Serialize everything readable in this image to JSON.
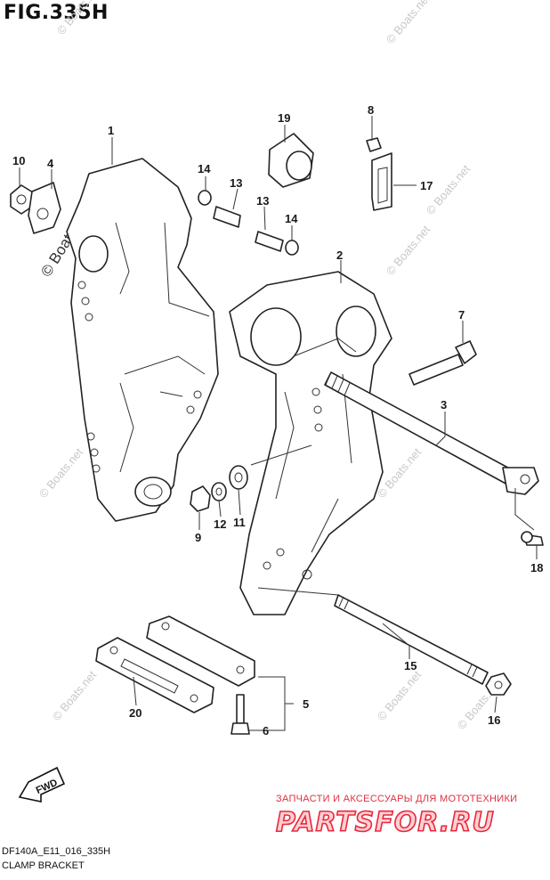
{
  "figure": {
    "title": "FIG.335H",
    "model_code": "DF140A_E11_016_335H",
    "name": "CLAMP BRACKET"
  },
  "direction": {
    "label": "FWD"
  },
  "watermark": {
    "text": "© Boats.net"
  },
  "promo": {
    "line": "ЗАПЧАСТИ И АКСЕССУАРЫ ДЛЯ МОТОТЕХНИКИ",
    "logo": "PARTSFOR.RU",
    "accent_color": "#e8283a"
  },
  "callouts": [
    "1",
    "2",
    "3",
    "4",
    "5",
    "6",
    "7",
    "8",
    "9",
    "10",
    "11",
    "12",
    "13",
    "13",
    "14",
    "14",
    "15",
    "16",
    "17",
    "18",
    "19",
    "20"
  ]
}
